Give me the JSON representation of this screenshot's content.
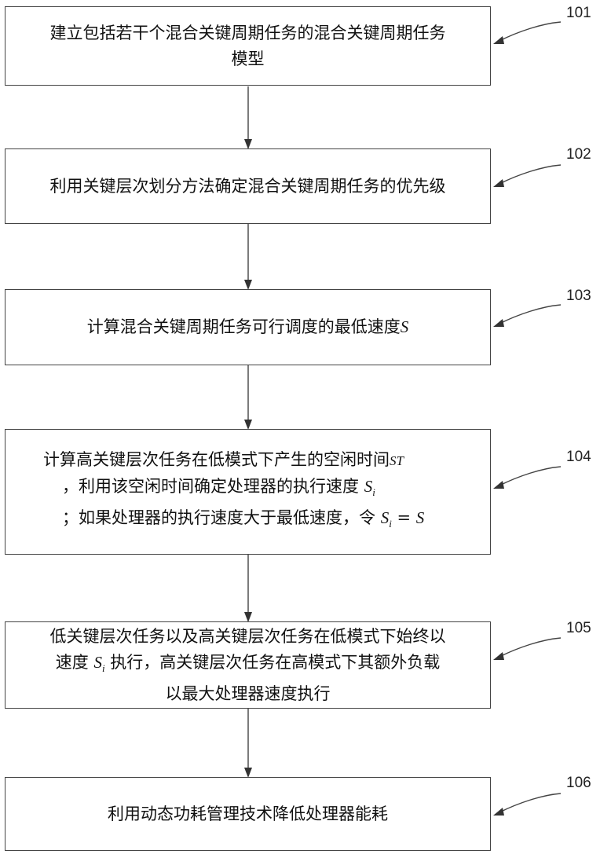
{
  "steps": [
    {
      "id": "101",
      "lines": [
        "建立包括若干个混合关键周期任务的混合关键周期任务",
        "模型"
      ]
    },
    {
      "id": "102",
      "lines": [
        "利用关键层次划分方法确定混合关键周期任务的优先级"
      ]
    },
    {
      "id": "103",
      "lines": [
        "计算混合关键周期任务可行调度的最低速度"
      ],
      "symbol": "S"
    },
    {
      "id": "104",
      "line1": "计算高关键层次任务在低模式下产生的空闲时间",
      "line1_symbol": "ST",
      "line2": "，利用该空闲时间确定处理器的执行速度",
      "line3": "；如果处理器的执行速度大于最低速度，令",
      "speed_symbol": "S",
      "speed_subscript": "i",
      "equals": "=",
      "min_speed_symbol": "S"
    },
    {
      "id": "105",
      "line1": "低关键层次任务以及高关键层次任务在低模式下始终以",
      "line2_prefix": "速度",
      "line2_suffix": "执行，高关键层次任务在高模式下其额外负载",
      "line3": "以最大处理器速度执行",
      "speed_symbol": "S",
      "speed_subscript": "i"
    },
    {
      "id": "106",
      "lines": [
        "利用动态功耗管理技术降低处理器能耗"
      ]
    }
  ]
}
